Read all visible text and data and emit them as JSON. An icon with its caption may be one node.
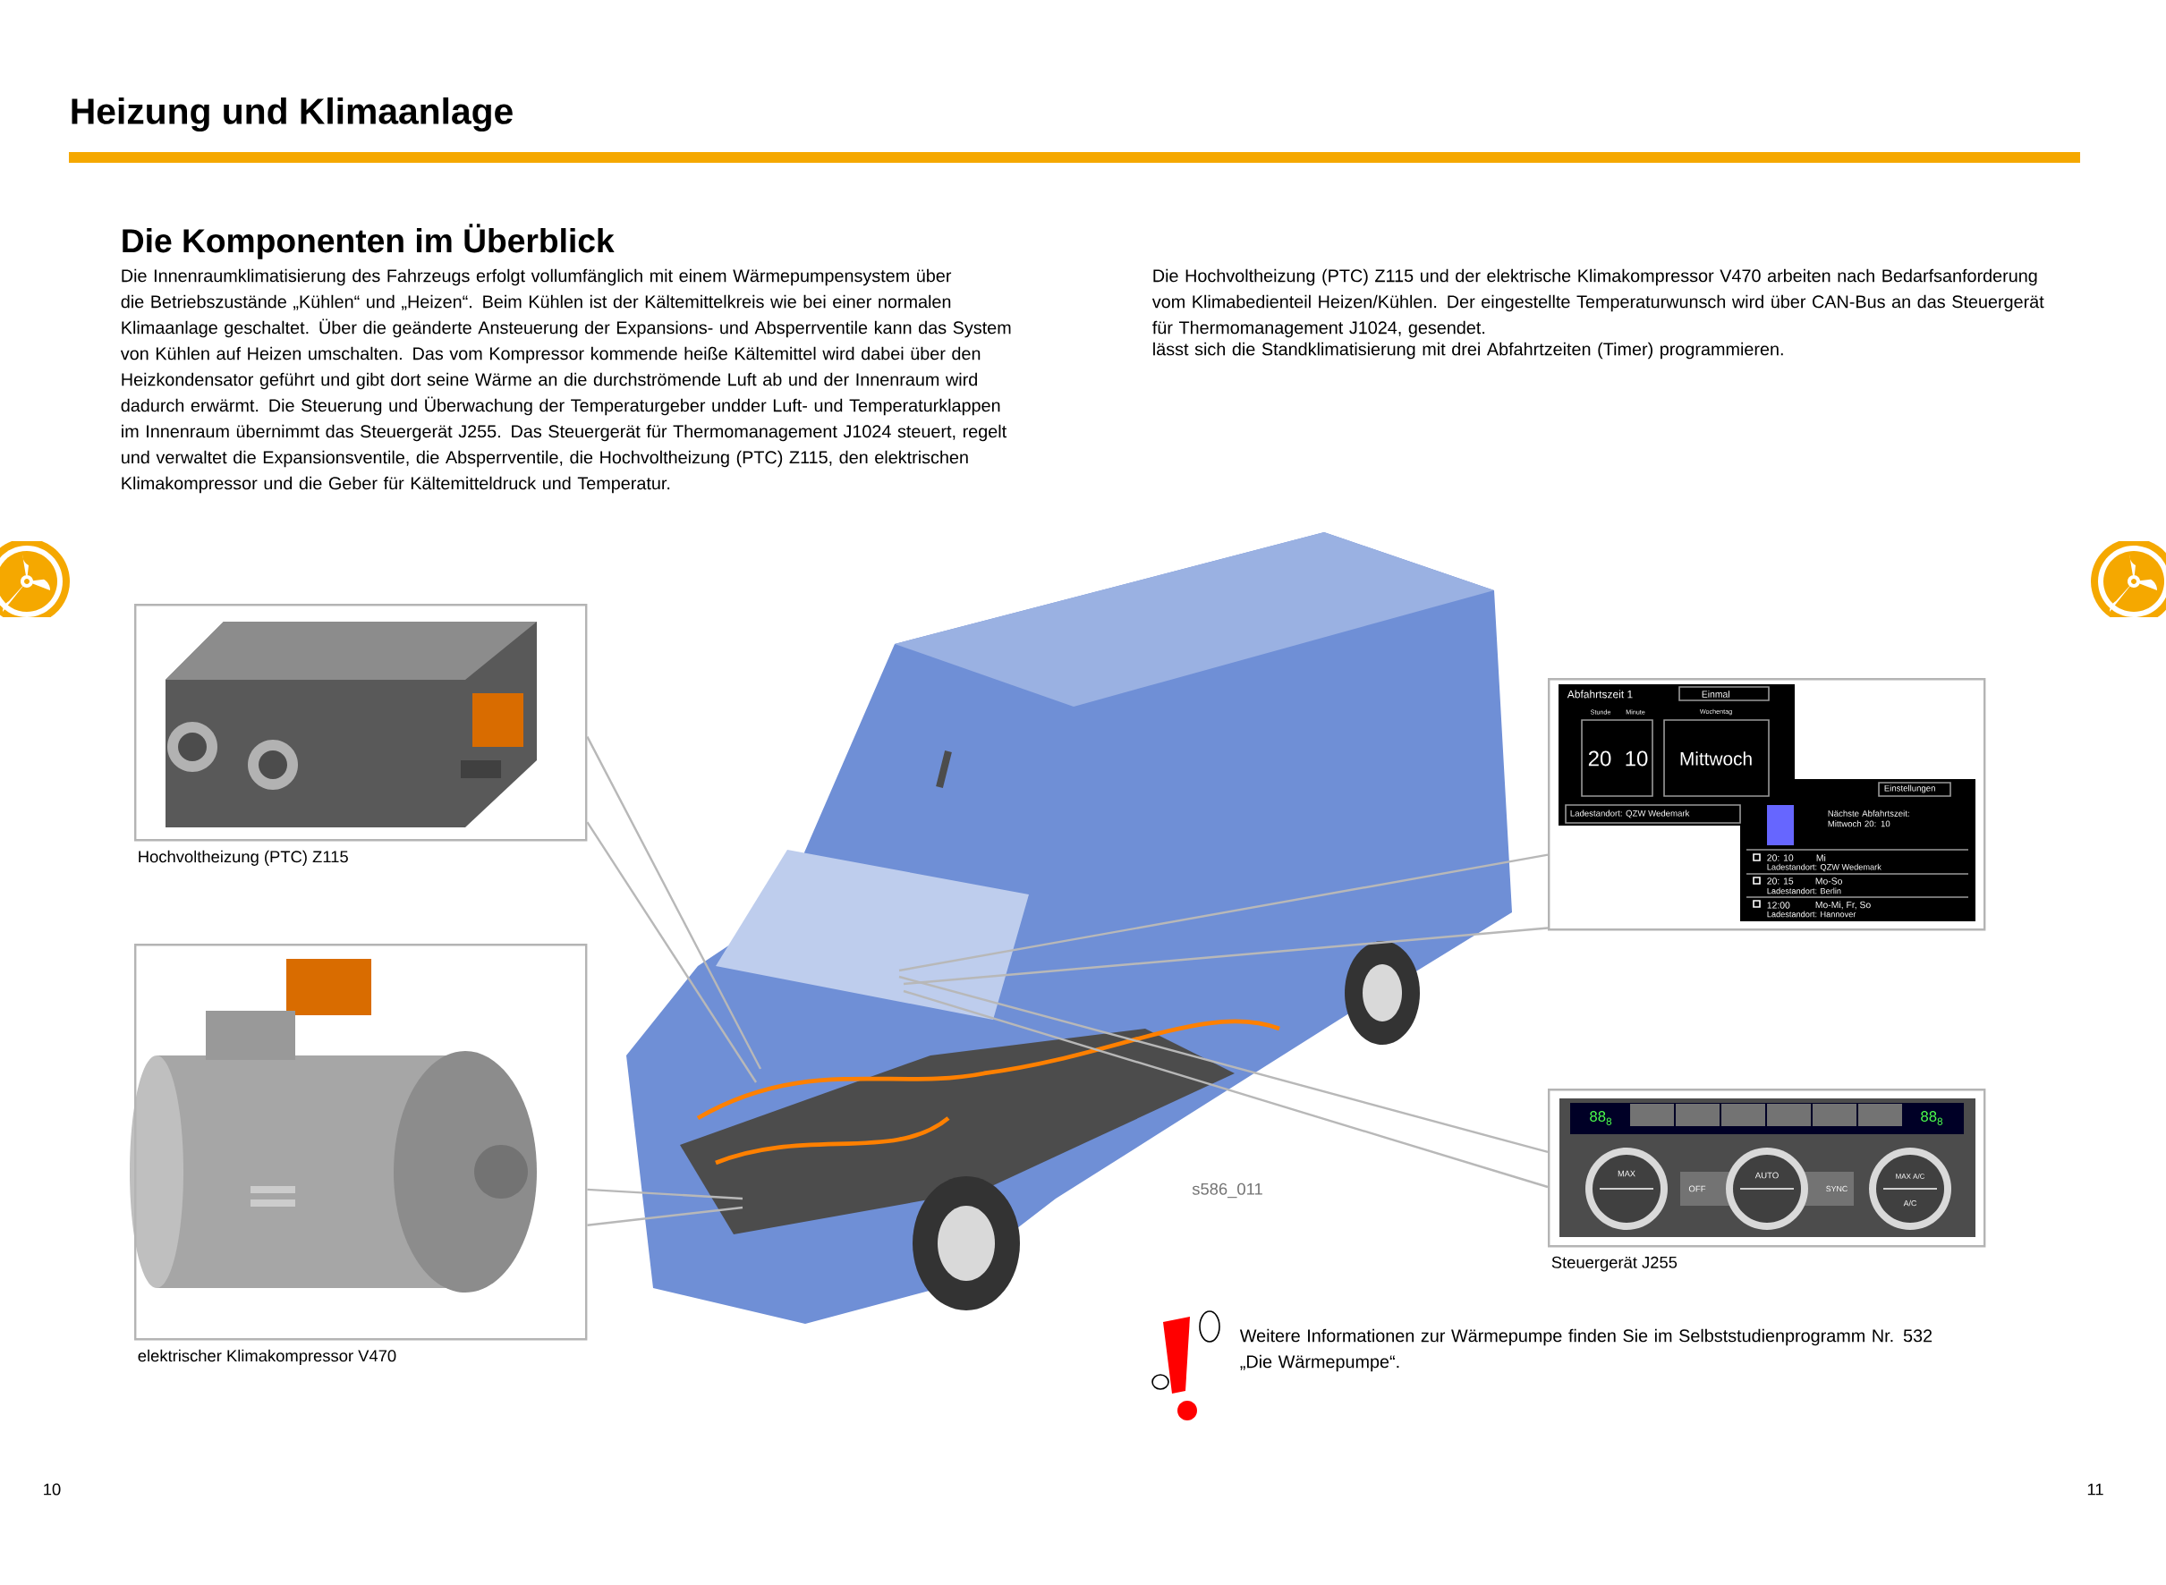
{
  "diagram": {
    "title": "Heizung und Klimaanlage",
    "nodes": [
      {
        "text": [
          "Hochvoltheizung (PTC) Z115"
        ]
      },
      {
        "text": [
          "elektrischer Klimakompressor V470"
        ]
      },
      {
        "text": [],
        "shape": "picture"
      },
      {
        "text": [
          "Steuergerät J255"
        ]
      }
    ],
    "edges": [
      {
        "from": 0,
        "to": null,
        "arrow": "none"
      },
      {
        "from": 0,
        "to": null,
        "arrow": "none"
      },
      {
        "from": 1,
        "to": null,
        "arrow": "none"
      },
      {
        "from": 1,
        "to": null,
        "arrow": "none"
      },
      {
        "from": 2,
        "to": null,
        "arrow": "none"
      },
      {
        "from": 2,
        "to": null,
        "arrow": "none"
      },
      {
        "from": 3,
        "to": null,
        "arrow": "none"
      },
      {
        "from": 3,
        "to": null,
        "arrow": "none"
      }
    ],
    "labels": [
      "Die Komponenten im Überblick",
      "Die Innenraumklimatisierung des Fahrzeugs erfolgt vollumfänglich mit einem Wärmepumpensystem über die Betriebszustände „Kühlen“ und „Heizen“. Beim Kühlen ist der Kältemittelkreis wie bei einer normalen Klimaanlage geschaltet. Über die geänderte Ansteuerung der Expansions- und Absperrventile kann das System von Kühlen auf Heizen umschalten. Das vom Kompressor kommende heiße Kältemittel wird dabei über den Heizkondensator geführt und gibt dort seine Wärme an die durchströmende Luft ab und der Innenraum wird dadurch erwärmt. Die Steuerung und Überwachung der Temperaturgeber undder Luft- und Temperaturklappen im Innenraum übernimmt das Steuergerät J255. Das Steuergerät für Thermomanagement J1024 steuert, regelt und verwaltet die Expansionsventile, die Absperrventile, die Hochvoltheizung (PTC) Z115, den elektrischen Klimakompressor und die Geber für Kältemitteldruck und Temperatur.",
      "Die Hochvoltheizung (PTC) Z115 und der elektrische Klimakompressor V470 arbeiten nach Bedarfsanforderung vom Klimabedienteil Heizen/Kühlen. Der eingestellte Temperaturwunsch wird über CAN-Bus an das Steuergerät für Thermomanagement J1024, gesendet.",
      "lässt sich die Standklimatisierung mit drei Abfahrtzeiten (Timer) programmieren.",
      "Abfahrtszeit 1",
      "Einmal",
      "Stunde",
      "Minute",
      "Wochentag",
      "20",
      "10",
      "Mittwoch",
      "Ladestandort: QZW Wedemark",
      "Einstellungen",
      "Nächste Abfahrtszeit: Mittwoch 20: 10",
      "20: 10",
      "Mi",
      "Ladestandort: QZW Wedemark",
      "20: 15",
      "Mo-So",
      "Ladestandort: Berlin",
      "12:00",
      "Mo-Mi, Fr, So",
      "Ladestandort: Hannover",
      "88$_{8}$",
      "MAX",
      "OFF",
      "AUTO",
      "SYNC",
      "MAX A/C",
      "A/C",
      "88$_{8}$",
      "s586_011",
      "Weitere Informationen zur Wärmepumpe finden Sie im Selbststudienprogramm Nr. 532 „Die Wärmepumpe“.",
      "10",
      "11"
    ]
  }
}
